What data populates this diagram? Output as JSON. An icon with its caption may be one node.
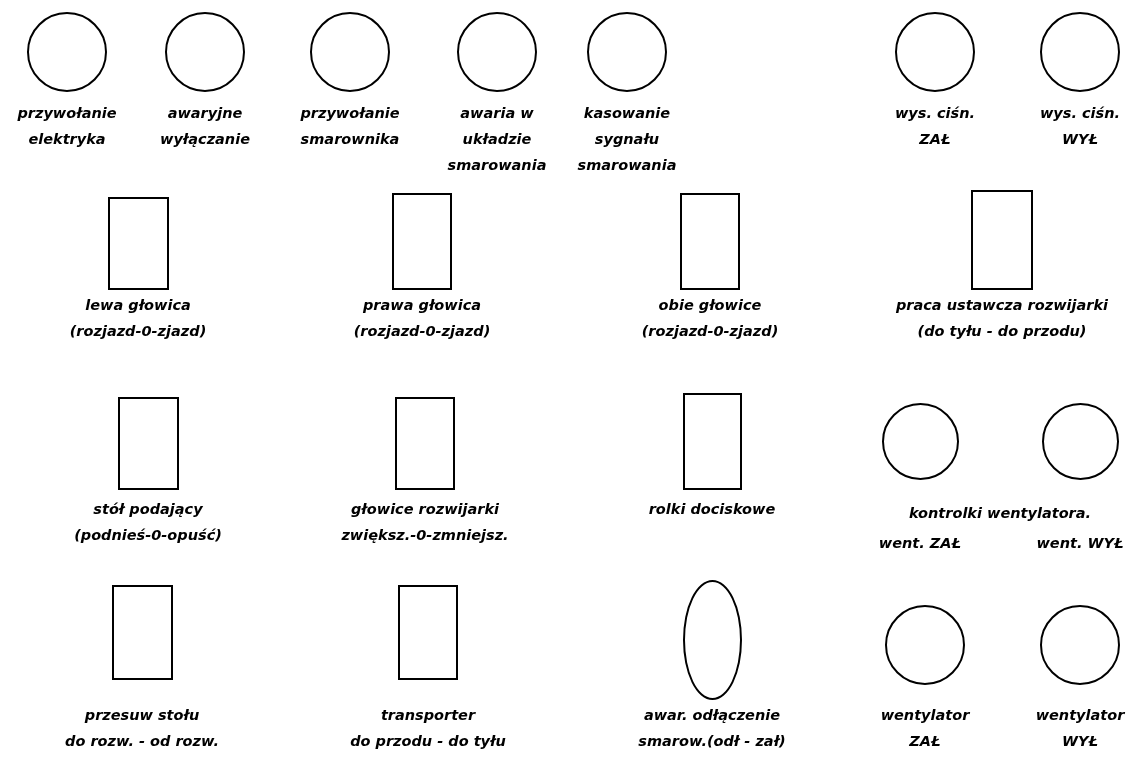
{
  "diagram": {
    "nodes": [
      {
        "text": [],
        "shape": "circle",
        "beside": [
          "przywołanie elektryka"
        ]
      },
      {
        "text": [],
        "shape": "circle",
        "beside": [
          "awaryjne wyłączanie"
        ]
      },
      {
        "text": [],
        "shape": "circle",
        "beside": [
          "przywołanie smarownika"
        ]
      },
      {
        "text": [],
        "shape": "circle",
        "beside": [
          "awaria w układzie smarowania"
        ]
      },
      {
        "text": [],
        "shape": "circle",
        "beside": [
          "kasowanie sygnału smarowania"
        ]
      },
      {
        "text": [],
        "shape": "circle",
        "beside": [
          "wys. ciśn. ZAŁ"
        ]
      },
      {
        "text": [],
        "shape": "circle",
        "beside": [
          "wys. ciśn. WYŁ"
        ]
      },
      {
        "text": [],
        "shape": "box",
        "beside": [
          "lewa głowica",
          "(rozjazd-0-zjazd)"
        ]
      },
      {
        "text": [],
        "shape": "box",
        "beside": [
          "prawa głowica",
          "(rozjazd-0-zjazd)"
        ]
      },
      {
        "text": [],
        "shape": "box",
        "beside": [
          "obie głowice",
          "(rozjazd-0-zjazd)"
        ]
      },
      {
        "text": [],
        "shape": "box",
        "beside": [
          "praca ustawcza rozwijarki",
          "(do tyłu - do przodu)"
        ]
      },
      {
        "text": [],
        "shape": "box",
        "beside": [
          "stół podający",
          "(podnieś-0-opuść)"
        ]
      },
      {
        "text": [],
        "shape": "box",
        "beside": [
          "głowice rozwijarki",
          "zwiększ.-0-zmniejsz."
        ]
      },
      {
        "text": [],
        "shape": "box",
        "beside": [
          "rolki dociskowe"
        ]
      },
      {
        "text": [],
        "shape": "circle",
        "beside": [
          "went. ZAŁ"
        ]
      },
      {
        "text": [],
        "shape": "circle",
        "beside": [
          "went. WYŁ"
        ]
      },
      {
        "text": [],
        "shape": "box",
        "beside": [
          "przesuw stołu",
          "do rozw. - od rozw."
        ]
      },
      {
        "text": [],
        "shape": "box",
        "beside": [
          "transporter",
          "do przodu - do tyłu"
        ]
      },
      {
        "text": [],
        "shape": "ellipse",
        "beside": [
          "awar. odłączenie",
          "smarow.(odł - zał)"
        ]
      },
      {
        "text": [],
        "shape": "circle",
        "beside": [
          "wentylator ZAŁ"
        ]
      },
      {
        "text": [],
        "shape": "circle",
        "beside": [
          "wentylator WYŁ"
        ]
      }
    ],
    "labels": [
      "kontrolki wentylatora."
    ]
  }
}
